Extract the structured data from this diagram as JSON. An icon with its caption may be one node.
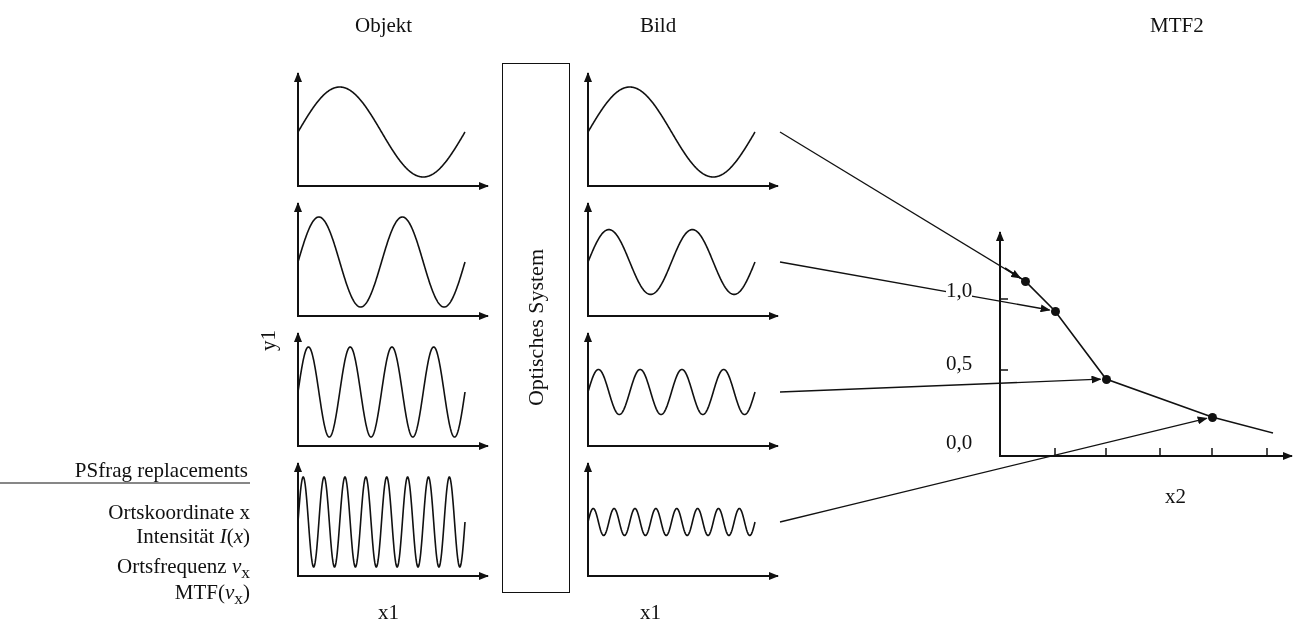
{
  "diagram": {
    "nodes": [
      {
        "text": [
          "Optisches System"
        ]
      },
      {
        "text": [],
        "shape": "picture"
      },
      {
        "text": [],
        "shape": "picture"
      },
      {
        "text": [],
        "shape": "picture"
      },
      {
        "text": [],
        "shape": "picture"
      },
      {
        "text": [],
        "shape": "circle"
      },
      {
        "text": [],
        "shape": "circle"
      },
      {
        "text": [],
        "shape": "circle"
      },
      {
        "text": [],
        "shape": "circle"
      }
    ],
    "edges": [
      {
        "from": 1,
        "to": 5,
        "arrow": "to"
      },
      {
        "from": 2,
        "to": 6,
        "arrow": "to"
      },
      {
        "from": 3,
        "to": 7,
        "arrow": "to"
      },
      {
        "from": 4,
        "to": 8,
        "arrow": "to"
      }
    ],
    "labels": [
      "Objekt",
      "Bild",
      "MTF2",
      "y1",
      "x1",
      "x1",
      "1,0",
      "0,5",
      "0,0",
      "x2",
      "PSfrag replacements",
      "Ortskoordinate x",
      "Intensität *I*(*x*)",
      "Ortsfrequenz *ν*$_{x}$",
      "MTF(*ν*$_{x}$)"
    ]
  }
}
